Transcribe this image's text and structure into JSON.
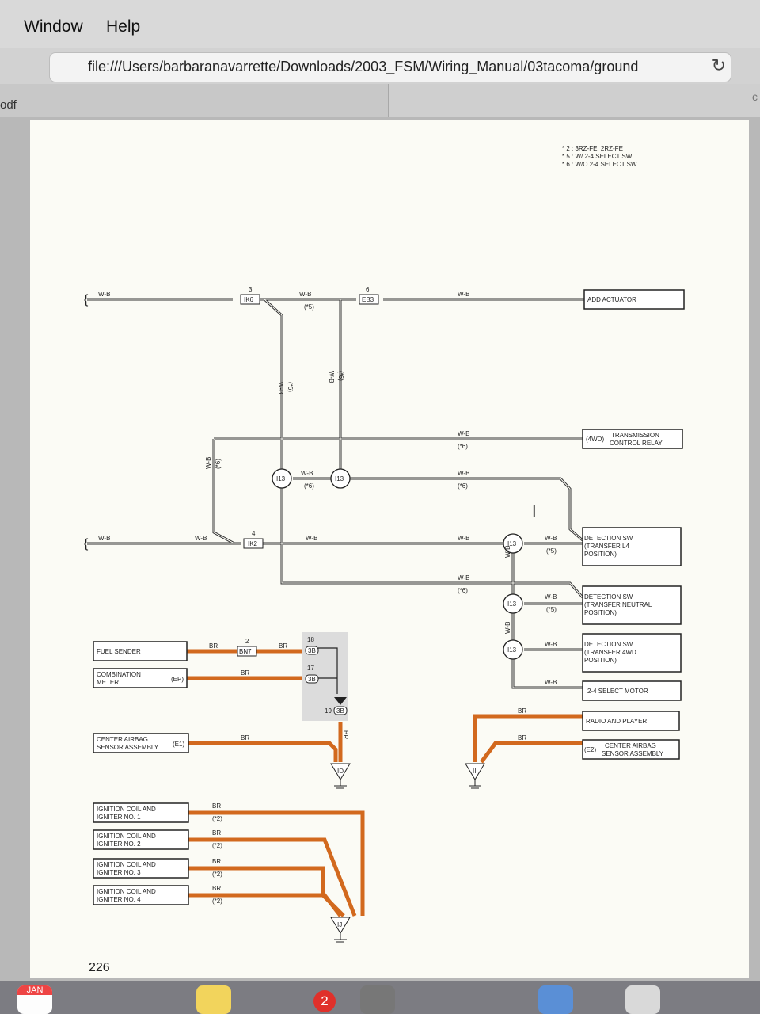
{
  "menubar": {
    "items": [
      "Window",
      "Help"
    ]
  },
  "address_bar": {
    "url": "file:///Users/barbaranavarrette/Downloads/2003_FSM/Wiring_Manual/03tacoma/ground"
  },
  "tab": {
    "left_label": "odf",
    "right_label": "c"
  },
  "page_number": "226",
  "legend": [
    "* 2 : 3RZ-FE, 2RZ-FE",
    "* 5 : W/ 2-4 SELECT SW",
    "* 6 : W/O 2-4 SELECT SW"
  ],
  "components": {
    "add_actuator": "ADD ACTUATOR",
    "tcr_code": "(4WD)",
    "tcr_1": "TRANSMISSION",
    "tcr_2": "CONTROL RELAY",
    "det_l4": [
      "DETECTION SW",
      "(TRANSFER L4",
      "POSITION)"
    ],
    "det_neutral": [
      "DETECTION SW",
      "(TRANSFER NEUTRAL",
      "POSITION)"
    ],
    "det_4wd": [
      "DETECTION SW",
      "(TRANSFER 4WD",
      "POSITION)"
    ],
    "select_motor": "2-4 SELECT MOTOR",
    "radio": "RADIO AND PLAYER",
    "airbag_right_code": "(E2)",
    "airbag_right": [
      "CENTER AIRBAG",
      "SENSOR ASSEMBLY"
    ],
    "fuel_sender": "FUEL SENDER",
    "combo_meter": [
      "COMBINATION",
      "METER"
    ],
    "combo_code": "(EP)",
    "airbag_left": [
      "CENTER AIRBAG",
      "SENSOR ASSEMBLY"
    ],
    "airbag_left_code": "(E1)",
    "ign1": [
      "IGNITION COIL AND",
      "IGNITER NO. 1"
    ],
    "ign2": [
      "IGNITION COIL AND",
      "IGNITER NO. 2"
    ],
    "ign3": [
      "IGNITION COIL AND",
      "IGNITER NO. 3"
    ],
    "ign4": [
      "IGNITION COIL AND",
      "IGNITER NO. 4"
    ]
  },
  "wire_labels": {
    "wb": "W-B",
    "br": "BR",
    "n2": "(*2)",
    "n5": "(*5)",
    "n6": "(*6)"
  },
  "connectors": {
    "ik6": "IK6",
    "ik6_pin": "3",
    "eb3": "EB3",
    "eb3_pin": "6",
    "ik2": "IK2",
    "ik2_pin": "4",
    "i13": "I13",
    "bn7": "BN7",
    "bn7_pin": "2",
    "j3b": "3B",
    "j3b_pin18": "18",
    "j3b_pin17": "17",
    "j3b_pin19": "19",
    "gnd_id": "ID",
    "gnd_ii": "II",
    "gnd_ij": "IJ"
  },
  "dock": {
    "calendar_month": "JAN",
    "badge_count": "2"
  },
  "colors": {
    "ground_wire": "#d2691e",
    "wb_wire": "#333333"
  }
}
